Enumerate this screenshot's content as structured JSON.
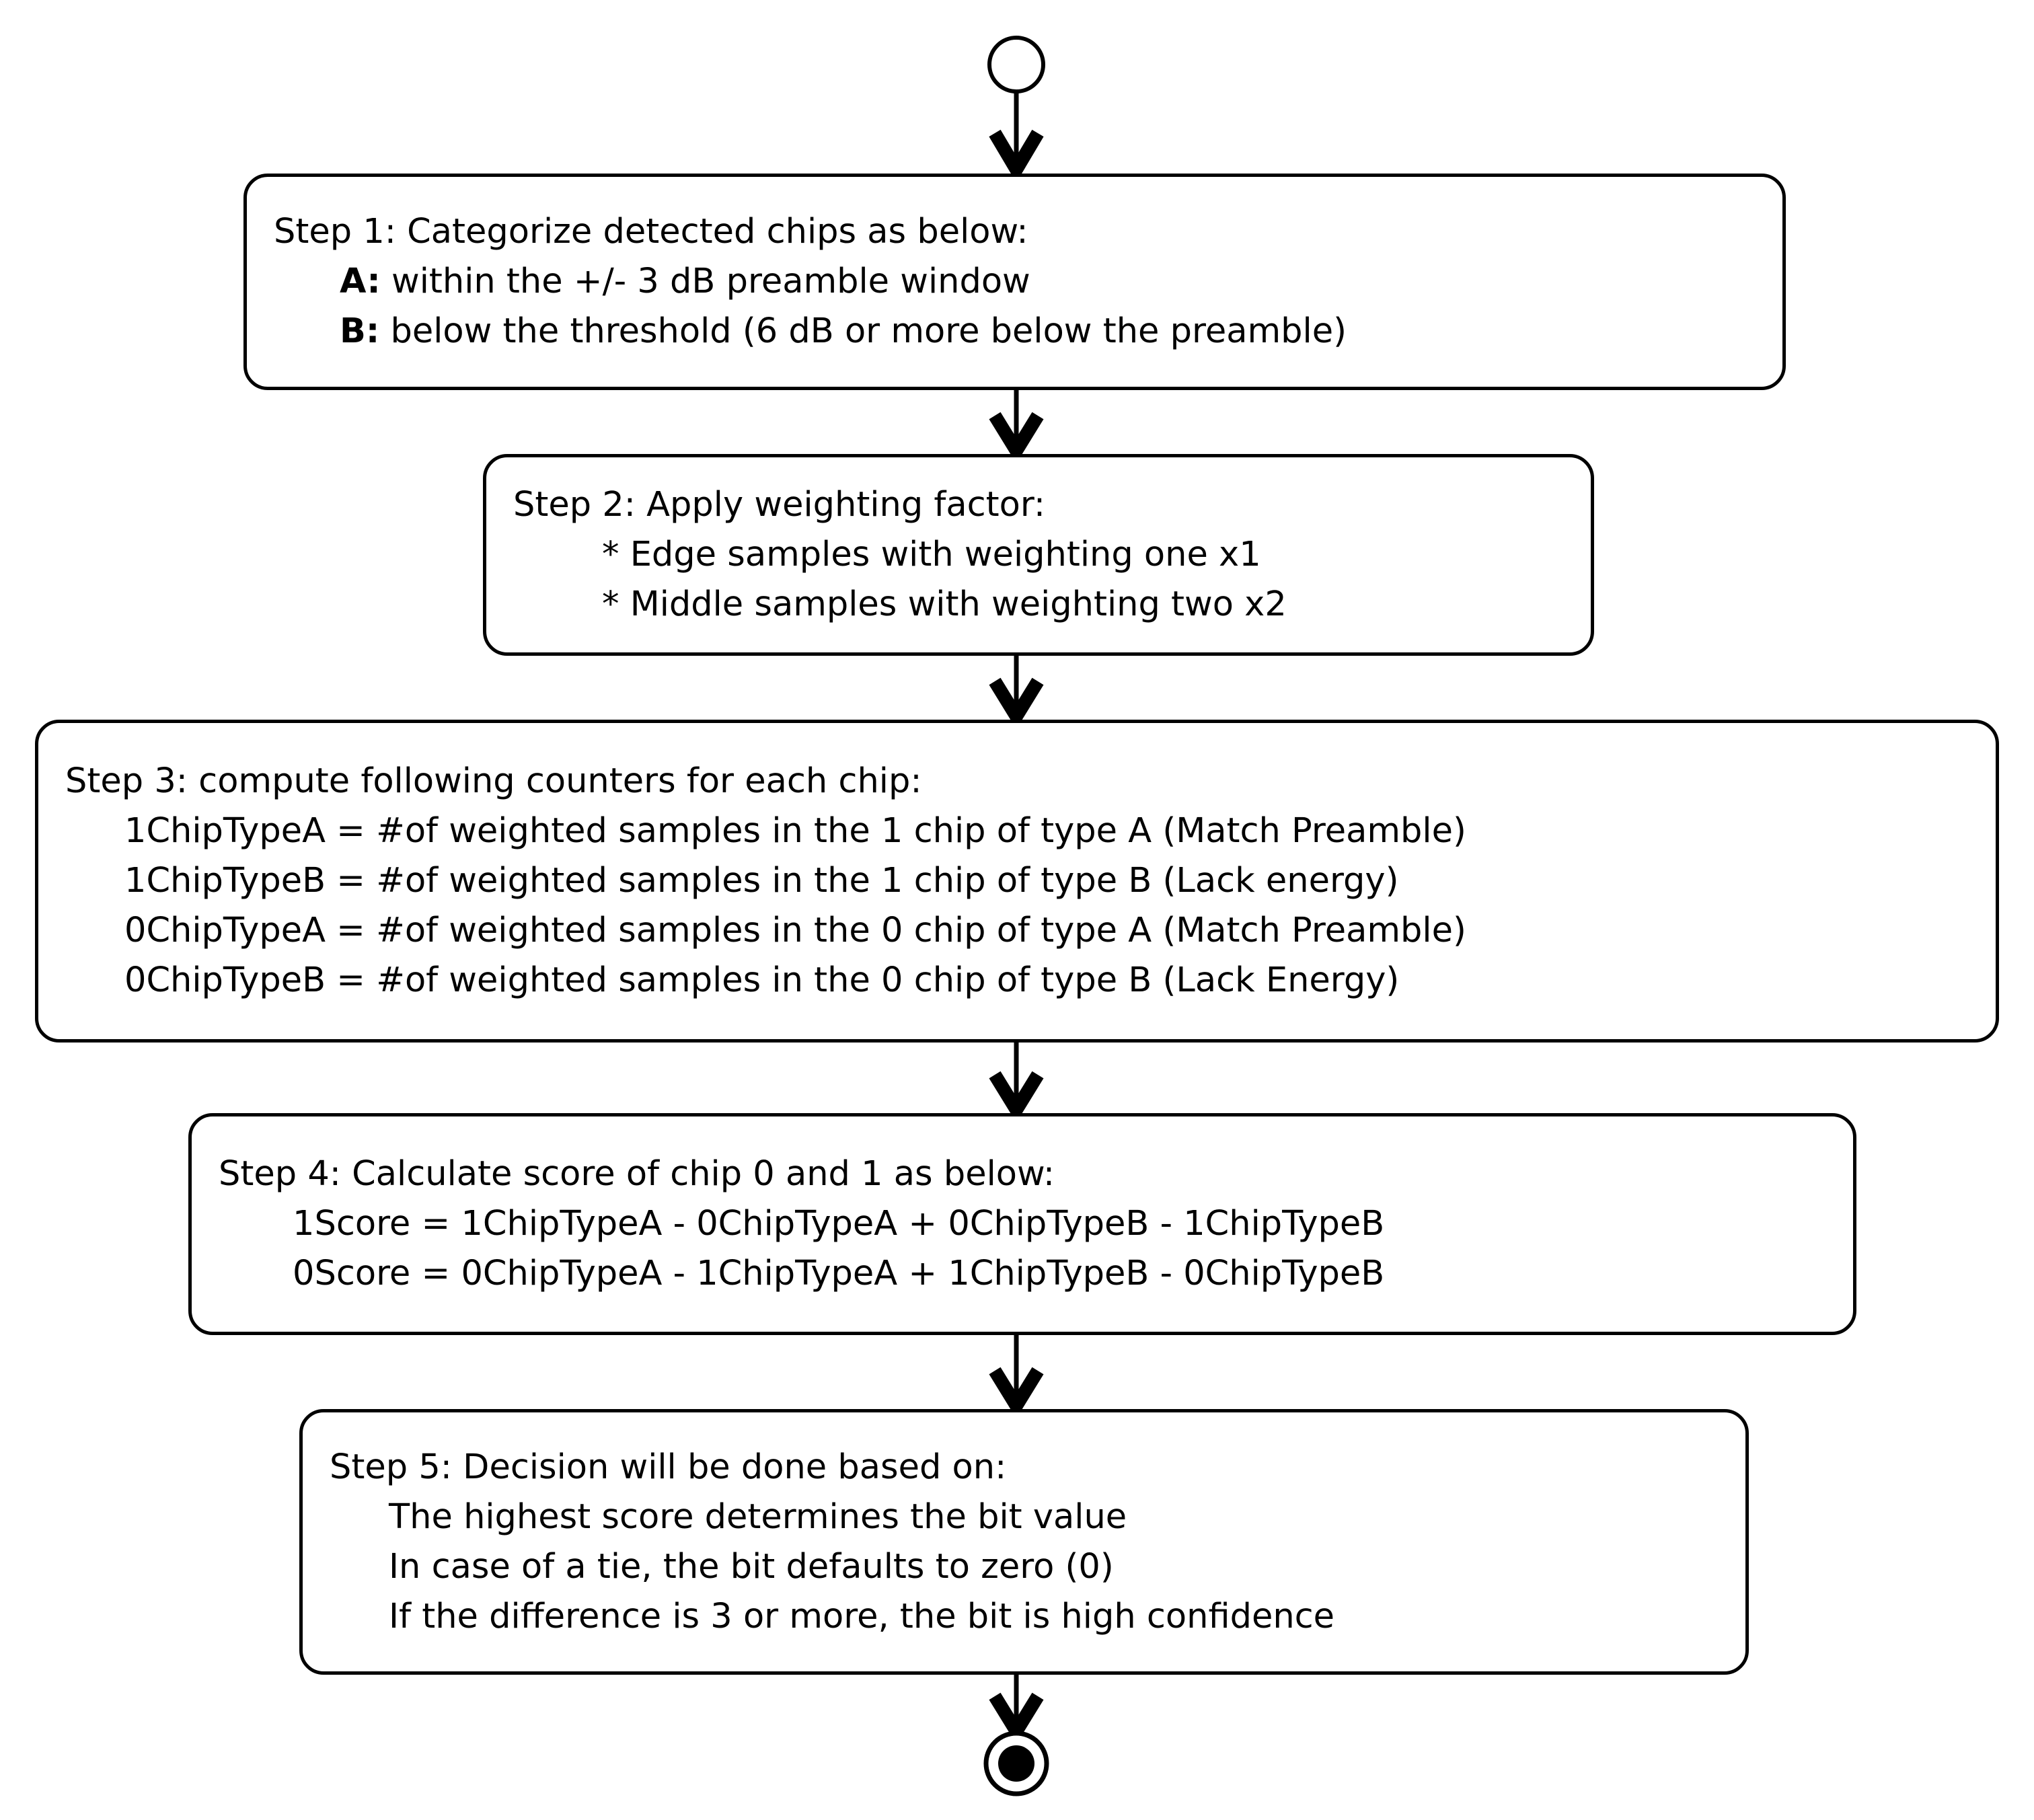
{
  "diagram": {
    "type": "activity-flowchart",
    "start_node": "start-circle",
    "end_node": "end-circle-filled",
    "nodes": [
      {
        "id": "step1",
        "lines": [
          {
            "text": "Step 1: Categorize detected chips as below:",
            "indent": 0,
            "bold_prefix": ""
          },
          {
            "text": "within the +/- 3 dB preamble window",
            "indent": 1,
            "bold_prefix": "A:"
          },
          {
            "text": "below the threshold (6 dB or more below the preamble)",
            "indent": 1,
            "bold_prefix": "B:"
          }
        ]
      },
      {
        "id": "step2",
        "lines": [
          {
            "text": "Step 2: Apply weighting factor:",
            "indent": 0,
            "bold_prefix": ""
          },
          {
            "text": "* Edge samples with weighting one x1",
            "indent": 2,
            "bold_prefix": ""
          },
          {
            "text": "* Middle samples with weighting two x2",
            "indent": 2,
            "bold_prefix": ""
          }
        ]
      },
      {
        "id": "step3",
        "lines": [
          {
            "text": "Step 3: compute following counters for each chip:",
            "indent": 0,
            "bold_prefix": ""
          },
          {
            "text": "1ChipTypeA = #of weighted samples in the 1 chip of type A (Match Preamble)",
            "indent": 3,
            "bold_prefix": ""
          },
          {
            "text": "1ChipTypeB = #of weighted samples in the 1 chip of type B (Lack energy)",
            "indent": 3,
            "bold_prefix": ""
          },
          {
            "text": "0ChipTypeA = #of weighted samples in the 0 chip of type A (Match Preamble)",
            "indent": 3,
            "bold_prefix": ""
          },
          {
            "text": "0ChipTypeB = #of weighted samples in the 0 chip of type B (Lack Energy)",
            "indent": 3,
            "bold_prefix": ""
          }
        ]
      },
      {
        "id": "step4",
        "lines": [
          {
            "text": "Step 4: Calculate score of chip 0 and 1 as below:",
            "indent": 0,
            "bold_prefix": ""
          },
          {
            "text": "1Score = 1ChipTypeA - 0ChipTypeA + 0ChipTypeB - 1ChipTypeB",
            "indent": 4,
            "bold_prefix": ""
          },
          {
            "text": "0Score = 0ChipTypeA - 1ChipTypeA + 1ChipTypeB - 0ChipTypeB",
            "indent": 4,
            "bold_prefix": ""
          }
        ]
      },
      {
        "id": "step5",
        "lines": [
          {
            "text": "Step 5: Decision will be done based on:",
            "indent": 0,
            "bold_prefix": ""
          },
          {
            "text": "The highest score determines the bit value",
            "indent": 5,
            "bold_prefix": ""
          },
          {
            "text": "In case of a tie, the bit defaults to zero (0)",
            "indent": 5,
            "bold_prefix": ""
          },
          {
            "text": "If the difference is 3 or more, the bit is high confidence",
            "indent": 5,
            "bold_prefix": ""
          }
        ]
      }
    ],
    "edges": [
      {
        "from": "start",
        "to": "step1"
      },
      {
        "from": "step1",
        "to": "step2"
      },
      {
        "from": "step2",
        "to": "step3"
      },
      {
        "from": "step3",
        "to": "step4"
      },
      {
        "from": "step4",
        "to": "step5"
      },
      {
        "from": "step5",
        "to": "end"
      }
    ],
    "colors": {
      "stroke": "#000000",
      "fill": "#ffffff",
      "text": "#000000"
    }
  },
  "step1": {
    "line0": "Step 1: Categorize detected chips as below:",
    "line1_tag": "A:",
    "line1": " within the +/- 3 dB preamble window",
    "line2_tag": "B:",
    "line2": " below the threshold (6 dB or more below the preamble)"
  },
  "step2": {
    "line0": "Step 2: Apply weighting factor:",
    "line1": "* Edge samples with weighting one x1",
    "line2": "* Middle samples with weighting two x2"
  },
  "step3": {
    "line0": "Step 3: compute following counters for each chip:",
    "line1": "1ChipTypeA = #of weighted samples in the 1 chip of type A (Match Preamble)",
    "line2": "1ChipTypeB = #of weighted samples in the 1 chip of type B (Lack energy)",
    "line3": "0ChipTypeA = #of weighted samples in the 0 chip of type A (Match Preamble)",
    "line4": "0ChipTypeB = #of weighted samples in the 0 chip of type B (Lack Energy)"
  },
  "step4": {
    "line0": "Step 4: Calculate score of chip 0 and 1 as below:",
    "line1": "1Score = 1ChipTypeA - 0ChipTypeA + 0ChipTypeB - 1ChipTypeB",
    "line2": "0Score = 0ChipTypeA - 1ChipTypeA + 1ChipTypeB - 0ChipTypeB"
  },
  "step5": {
    "line0": "Step 5: Decision will be done based on:",
    "line1": "The highest score determines the bit value",
    "line2": "In case of a tie, the bit defaults to zero (0)",
    "line3": "If the difference is 3 or more, the bit is high confidence"
  }
}
